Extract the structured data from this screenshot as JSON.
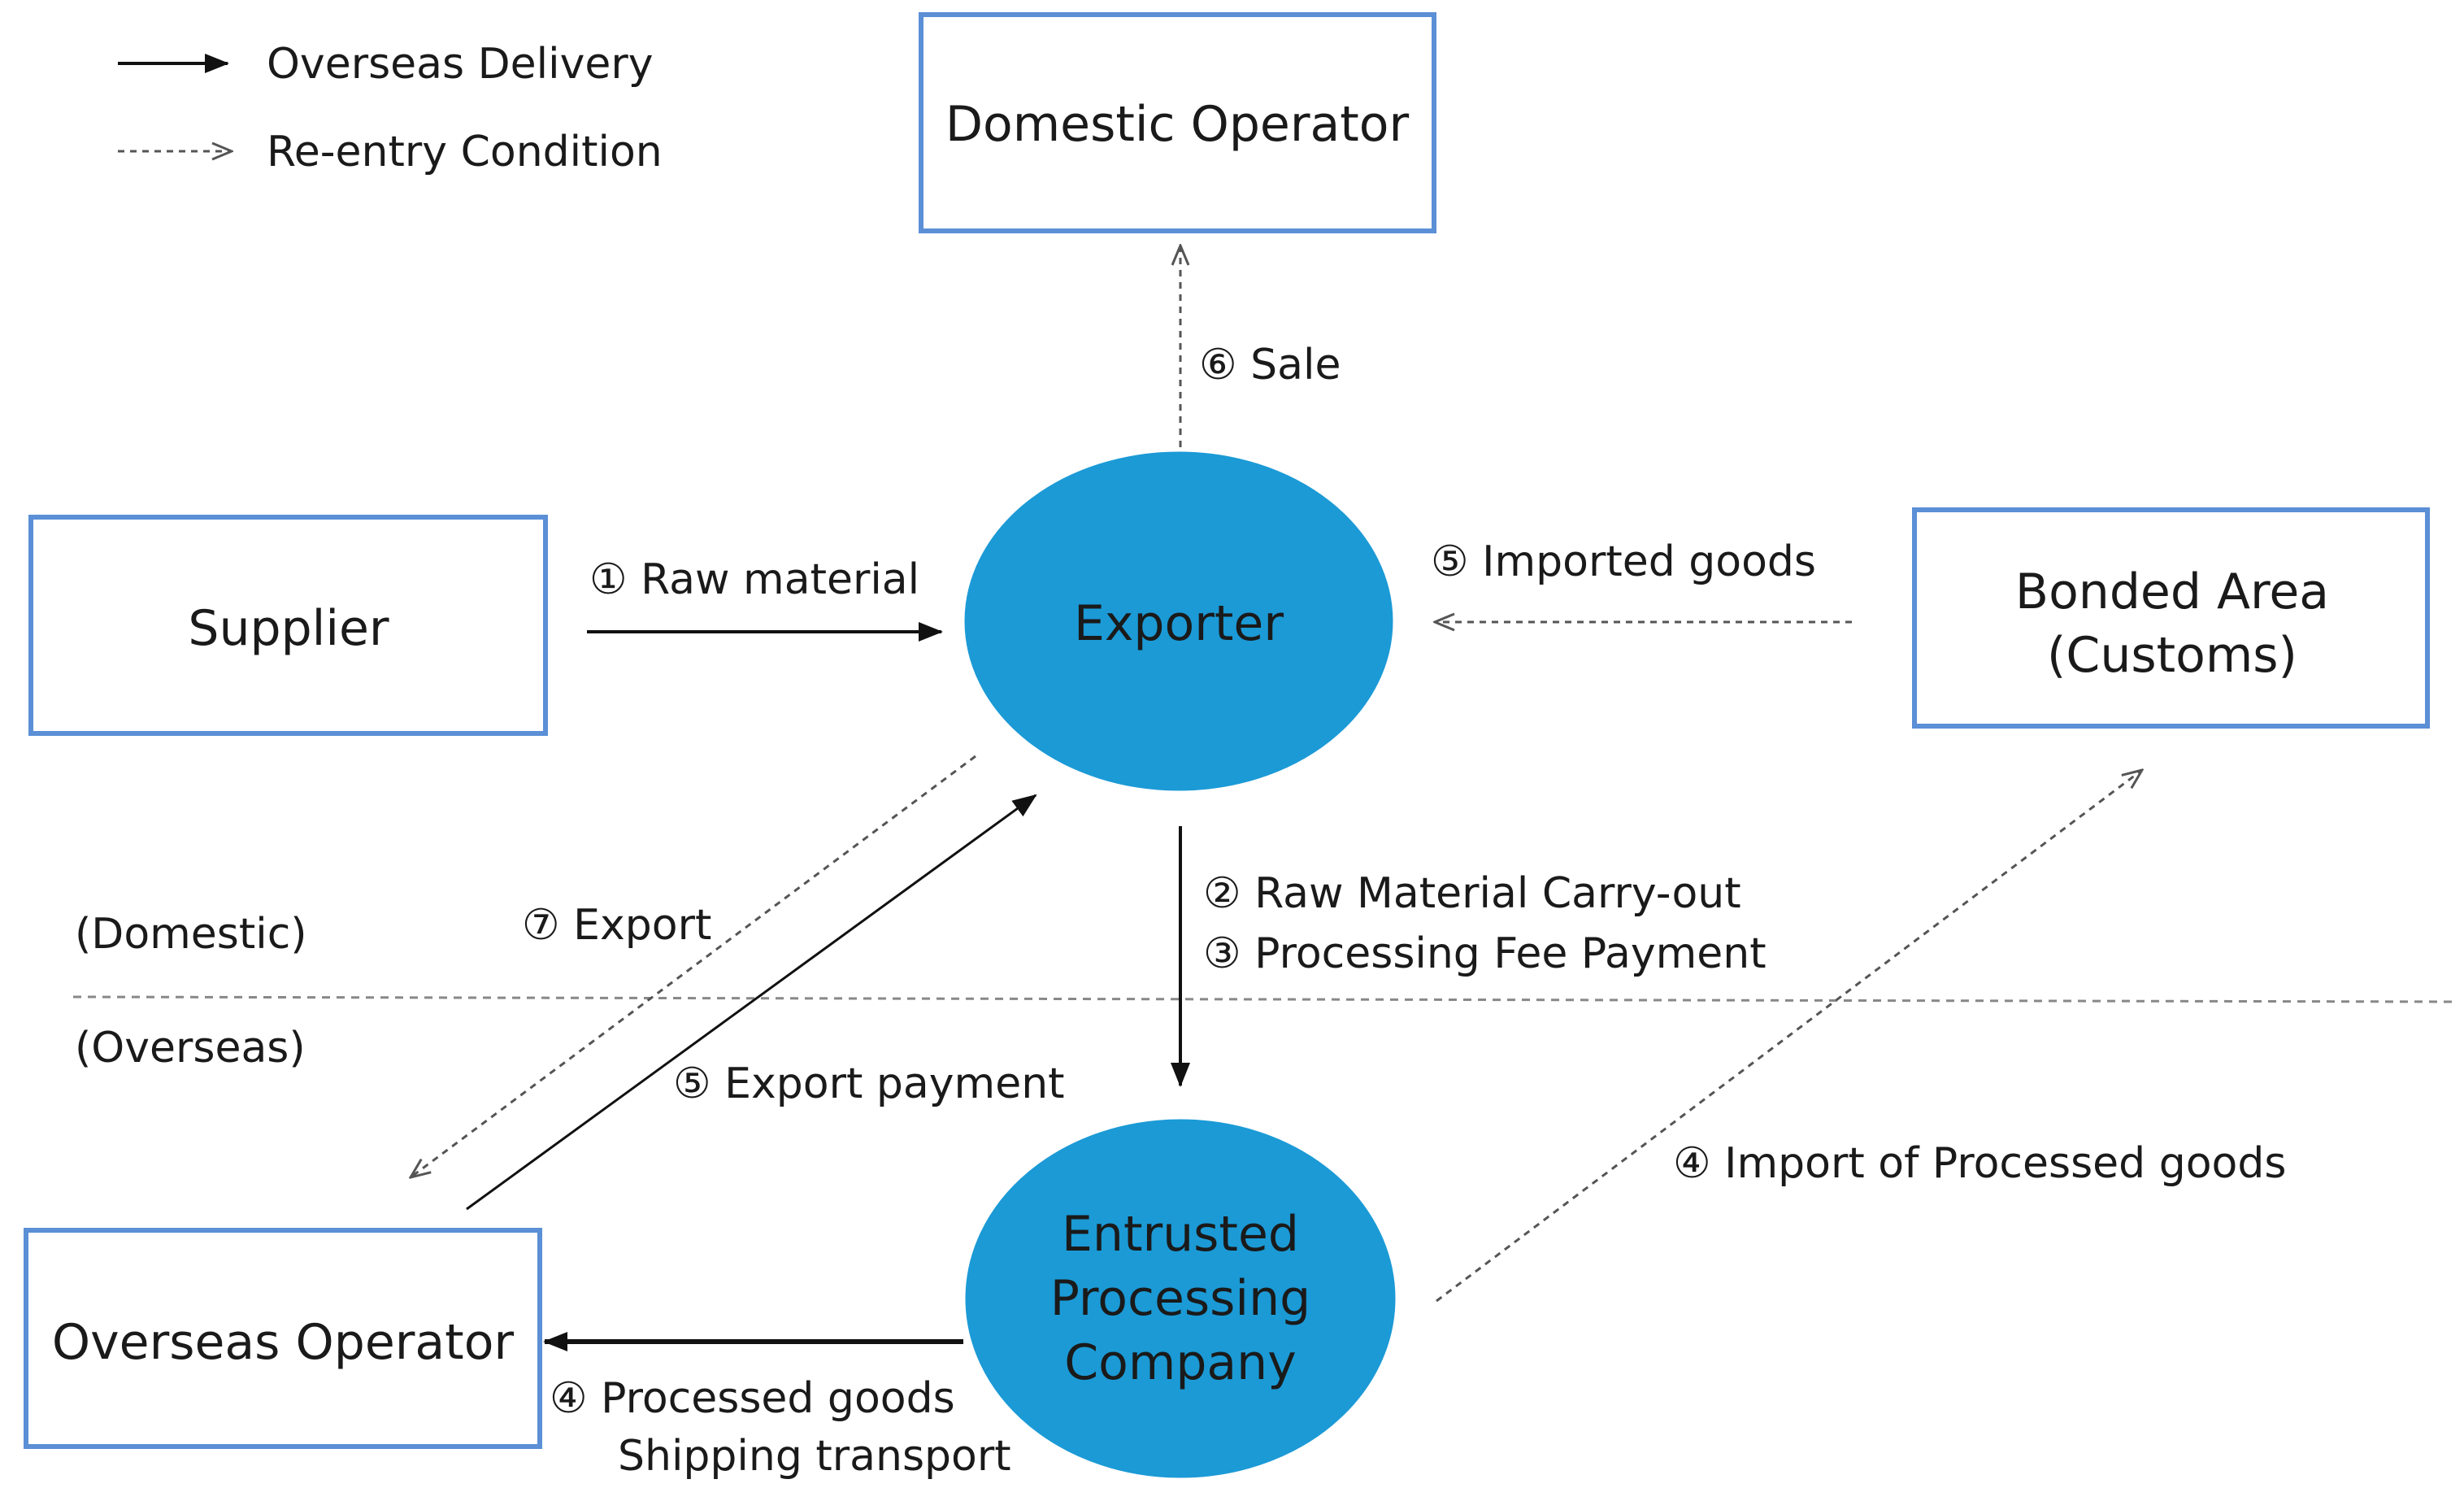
{
  "legend": {
    "solid_label": "Overseas Delivery",
    "dashed_label": "Re-entry Condition"
  },
  "regions": {
    "domestic": "(Domestic)",
    "overseas": "(Overseas)"
  },
  "nodes": {
    "domestic_operator": "Domestic Operator",
    "supplier": "Supplier",
    "exporter": "Exporter",
    "bonded_area_line1": "Bonded Area",
    "bonded_area_line2": "(Customs)",
    "overseas_operator": "Overseas Operator",
    "entrusted_line1": "Entrusted",
    "entrusted_line2": "Processing",
    "entrusted_line3": "Company"
  },
  "flows": {
    "sale": "⑥ Sale",
    "raw_material": "① Raw material",
    "imported_goods": "⑤ Imported goods",
    "carry_out": "② Raw Material Carry-out",
    "fee_payment": "③ Processing Fee Payment",
    "export": "⑦ Export",
    "export_payment": "⑤ Export payment",
    "import_processed": "④ Import of Processed goods",
    "processed_goods": "④ Processed goods",
    "shipping_transport": "Shipping transport"
  },
  "colors": {
    "node_fill": "#1b9ad6",
    "box_border": "#5b8fd6"
  }
}
